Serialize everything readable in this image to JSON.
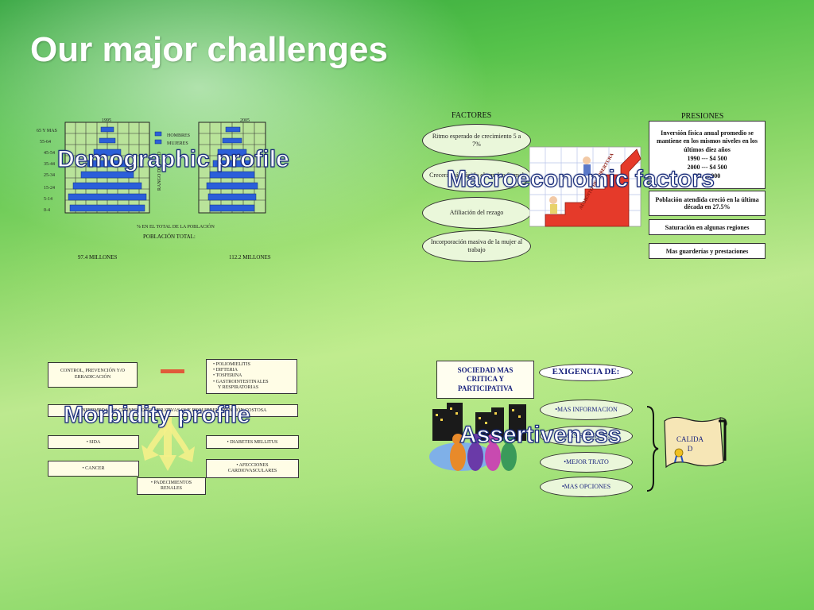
{
  "title": "Our major challenges",
  "sections": {
    "demographic": "Demographic profile",
    "macro": "Macroeconomic factors",
    "morbidity": "Morbidity profile",
    "assertiveness": "Assertiveness"
  },
  "demographic": {
    "age_labels": [
      "65 Y MAS",
      "55-64",
      "45-54",
      "35-44",
      "25-34",
      "15-24",
      "5-14",
      "0-4"
    ],
    "legend": [
      "HOMBRES",
      "MUJERES"
    ],
    "axis_label": "% EN EL TOTAL DE LA POBLACIÓN",
    "total_label": "POBLACIÓN TOTAL:",
    "left_total": "97.4 MILLONES",
    "right_total": "112.2 MILLONES",
    "vertical_label": "RANGO DE EDAD",
    "left_year": "1995",
    "right_year": "2005"
  },
  "macro": {
    "factores_header": "FACTORES",
    "presiones_header": "PRESIONES",
    "factors": [
      "Ritmo esperado de crecimiento 5 a 7%",
      "Crecerá más rápido el empleo formal",
      "Afiliación del rezago",
      "Incorporación masiva de la mujer al trabajo"
    ],
    "pressure_main": {
      "line1": "Inversión física anual promedio se mantiene en los mismos niveles en los últimos diez años",
      "line2": "1990 --- $4 500",
      "line3": "2000 --- $4 500",
      "line4": "M... ...000"
    },
    "pressures": [
      "Población atendida creció en la última década en 27.5%",
      "Saturación en algunas regiones",
      "Mas guarderías y prestaciones"
    ],
    "arrow_text": "AUMENTO DE COBERTURA"
  },
  "morbidity": {
    "control_box": "CONTROL, PREVENCIÓN Y/O ERRADICACIÓN",
    "diseases": [
      "• POLIOMIELITIS",
      "• DIFTERIA",
      "• TOSFERINA",
      "• GASTROINTESTINALES",
      "Y RESPIRATORIAS"
    ],
    "wide_box": "ENFERMEDADES CRÓNICO DEGENERATIVAS QUE REQUIEREN ATENCIÓN COSTOSA",
    "sida": "• SIDA",
    "diabetes": "• DIABETES MELLITUS",
    "cancer": "• CANCER",
    "afecciones": "• AFECCIONES CARDIOVASCULARES",
    "renales": "• PADECIMIENTOS RENALES"
  },
  "assertiveness": {
    "sociedad": "SOCIEDAD MAS CRITICA Y PARTICIPATIVA",
    "exigencia": "EXIGENCIA DE:",
    "items": [
      "•MAS INFORMACION",
      "•MAS SERVICIOS",
      "•MEJOR TRATO",
      "•MAS OPCIONES"
    ],
    "calidad": "CALIDAD"
  },
  "colors": {
    "overlay_text": "#ffffff",
    "overlay_stroke": "#1a2d7a",
    "pyramid_bar": "#2b5fd9",
    "box_fill": "#fffde6",
    "arrow_fill": "#f4f08a"
  }
}
